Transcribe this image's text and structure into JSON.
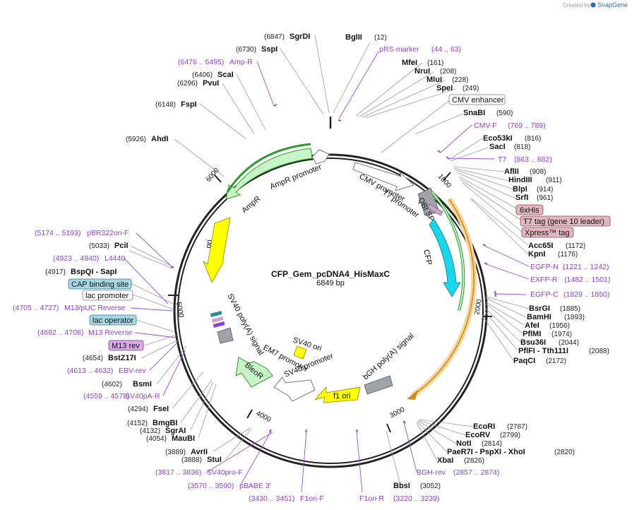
{
  "watermark": {
    "created_by": "Created by",
    "brand": "SnapGene"
  },
  "plasmid": {
    "name": "CFP_Gem_pcDNA4_HisMaxC",
    "length": "6849 bp"
  },
  "ticks": [
    "1000",
    "2000",
    "3000",
    "4000",
    "5000",
    "6000"
  ],
  "colors": {
    "primer": "#8b3fd0",
    "backbone": "#222222",
    "cfp": "#1ad6ec",
    "green_feature": "#c8f5c8"
  },
  "features": {
    "cmv_promoter": "CMV promoter",
    "t7_promoter": "T7 promoter",
    "qbi_sp163": "QBI SP163",
    "cfp": "CFP",
    "bgh": "bGH poly(A) signal",
    "f1_ori": "f1 ori",
    "sv40_ori": "SV40 ori",
    "sv40_promoter": "SV40 promoter",
    "em7_promoter": "EM7 promoter",
    "bleor": "BleoR",
    "sv40_polya": "SV40 poly(A) signal",
    "ori": "ori",
    "ampr": "AmpR",
    "ampr_promoter": "AmpR promoter"
  },
  "boxed": {
    "cmv_enhancer": "CMV enhancer",
    "sixhis": "6xHis",
    "t7_tag": "T7 tag (gene 10 leader)",
    "xpress": "Xpress™ tag",
    "cap": "CAP binding site",
    "lac_promoter": "lac promoter",
    "lac_operator": "lac operator",
    "m13_rev": "M13 rev"
  },
  "enzymes_right": [
    {
      "name": "BglII",
      "pos": "(12)"
    },
    {
      "name": "MfeI",
      "pos": "(161)"
    },
    {
      "name": "NruI",
      "pos": "(208)"
    },
    {
      "name": "MluI",
      "pos": "(228)"
    },
    {
      "name": "SpeI",
      "pos": "(249)"
    },
    {
      "name": "SnaBI",
      "pos": "(590)"
    },
    {
      "name": "Eco53kI",
      "pos": "(816)"
    },
    {
      "name": "SacI",
      "pos": "(818)"
    },
    {
      "name": "AflII",
      "pos": "(908)"
    },
    {
      "name": "HindIII",
      "pos": "(911)"
    },
    {
      "name": "BlpI",
      "pos": "(914)"
    },
    {
      "name": "SrfI",
      "pos": "(961)"
    },
    {
      "name": "Acc65I",
      "pos": "(1172)"
    },
    {
      "name": "KpnI",
      "pos": "(1176)"
    },
    {
      "name": "BsrGI",
      "pos": "(1885)"
    },
    {
      "name": "BamHI",
      "pos": "(1893)"
    },
    {
      "name": "AfeI",
      "pos": "(1956)"
    },
    {
      "name": "PflMI",
      "pos": "(1974)"
    },
    {
      "name": "Bsu36I",
      "pos": "(2044)"
    },
    {
      "name": "PflFI - Tth111I",
      "pos": "(2088)"
    },
    {
      "name": "PaqCI",
      "pos": "(2172)"
    },
    {
      "name": "EcoRI",
      "pos": "(2787)"
    },
    {
      "name": "EcoRV",
      "pos": "(2799)"
    },
    {
      "name": "NotI",
      "pos": "(2814)"
    },
    {
      "name": "PaeR7I - PspXI - XhoI",
      "pos": "(2820)"
    },
    {
      "name": "XbaI",
      "pos": "(2826)"
    },
    {
      "name": "BbsI",
      "pos": "(3052)"
    }
  ],
  "enzymes_left": [
    {
      "name": "SgrDI",
      "pos": "(6847)"
    },
    {
      "name": "SspI",
      "pos": "(6730)"
    },
    {
      "name": "ScaI",
      "pos": "(6406)"
    },
    {
      "name": "PvuI",
      "pos": "(6296)"
    },
    {
      "name": "FspI",
      "pos": "(6148)"
    },
    {
      "name": "AhdI",
      "pos": "(5926)"
    },
    {
      "name": "PciI",
      "pos": "(5033)"
    },
    {
      "name": "BspQI - SapI",
      "pos": "(4917)"
    },
    {
      "name": "BstZ17I",
      "pos": "(4654)"
    },
    {
      "name": "BsmI",
      "pos": "(4602)"
    },
    {
      "name": "FseI",
      "pos": "(4294)"
    },
    {
      "name": "BmgBI",
      "pos": "(4152)"
    },
    {
      "name": "SgrAI",
      "pos": "(4132)"
    },
    {
      "name": "MauBI",
      "pos": "(4054)"
    },
    {
      "name": "AvrII",
      "pos": "(3889)"
    },
    {
      "name": "StuI",
      "pos": "(3888)"
    }
  ],
  "primers": [
    {
      "name": "pRS-marker",
      "range": "(44 .. 63)"
    },
    {
      "name": "CMV-F",
      "range": "(769 .. 789)"
    },
    {
      "name": "T7",
      "range": "(863 .. 882)"
    },
    {
      "name": "EGFP-N",
      "range": "(1221 .. 1242)"
    },
    {
      "name": "EXFP-R",
      "range": "(1482 .. 1501)"
    },
    {
      "name": "EGFP-C",
      "range": "(1829 .. 1850)"
    },
    {
      "name": "BGH-rev",
      "range": "(2857 .. 2874)"
    },
    {
      "name": "F1ori-R",
      "range": "(3220 .. 3239)"
    },
    {
      "name": "F1ori-F",
      "range": "(3430 .. 3451)"
    },
    {
      "name": "pBABE 3'",
      "range": "(3570 .. 3590)"
    },
    {
      "name": "SV40pro-F",
      "range": "(3817 .. 3836)"
    },
    {
      "name": "SV40pA-R",
      "range": "(4559 .. 4578)"
    },
    {
      "name": "EBV-rev",
      "range": "(4613 .. 4632)"
    },
    {
      "name": "M13 Reverse",
      "range": "(4692 .. 4708)"
    },
    {
      "name": "M13/pUC Reverse",
      "range": "(4705 .. 4727)"
    },
    {
      "name": "L4440",
      "range": "(4923 .. 4940)"
    },
    {
      "name": "pBR322ori-F",
      "range": "(5174 .. 5193)"
    },
    {
      "name": "Amp-R",
      "range": "(6476 .. 6495)"
    }
  ]
}
